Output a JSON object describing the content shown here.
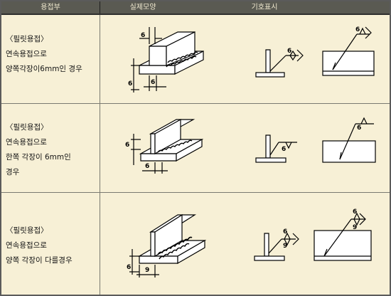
{
  "header": {
    "col1": "용접부",
    "col2": "실제모양",
    "col3": "기호표시"
  },
  "rows": [
    {
      "lines": [
        "〈필릿용접〉",
        "연속용접으로",
        "양쪽각장이6mm인 경우"
      ],
      "drawing": {
        "dim_top": "6",
        "dim_left": "6",
        "dim_bottom": "6"
      },
      "symbol_a": {
        "size": "6"
      },
      "symbol_b": {
        "size": "6"
      }
    },
    {
      "lines": [
        "〈필릿용접〉",
        "연속용접으로",
        "한쪽 각장이 6mm인",
        "경우"
      ],
      "drawing": {
        "dim_left": "6",
        "dim_bottom": "6"
      },
      "symbol_a": {
        "size": "6"
      },
      "symbol_b": {
        "size": "6"
      }
    },
    {
      "lines": [
        "〈필릿용접〉",
        "연속용접으로",
        "양쪽 각장이 다를경우"
      ],
      "drawing": {
        "dim_left": "6",
        "dim_bottom": "9"
      },
      "symbol_a": {
        "size_top": "6",
        "size_bottom": "9"
      },
      "symbol_b": {
        "size_top": "6",
        "size_bottom": "9"
      }
    }
  ]
}
